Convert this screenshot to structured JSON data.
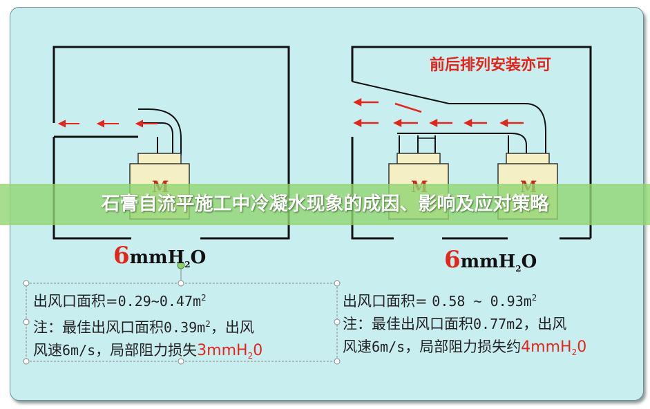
{
  "banner": {
    "title": "石膏自流平施工中冷凝水现象的成因、影响及应对策略"
  },
  "diagram_left": {
    "unit_label": "M",
    "pressure": {
      "value": "6",
      "unit": "mmH",
      "sub": "2",
      "tail": "O"
    },
    "note": {
      "line1": {
        "prefix": "出风口面积=",
        "value": "0.29~0.47m",
        "sup": "2"
      },
      "line2": {
        "prefix": "注：最佳出风口面积",
        "value": "0.39m",
        "sup": "2",
        "suffix": "，出风"
      },
      "line3": {
        "prefix": "风速",
        "value": "6m/s",
        "mid": "，局部阻力损失",
        "em": "3mmH",
        "em_sub": "2",
        "em_tail": "0"
      }
    }
  },
  "diagram_right": {
    "caption": "前后排列安装亦可",
    "unit_label": "M",
    "pressure": {
      "value": "6",
      "unit": "mmH",
      "sub": "2",
      "tail": "O"
    },
    "note": {
      "line1": {
        "prefix": "出风口面积= ",
        "value": "0.58 ~ 0.93m",
        "sup": "2"
      },
      "line2": {
        "prefix": "注：最佳出风口面积",
        "value": "0.77m2",
        "suffix": "，出风"
      },
      "line3": {
        "prefix": "风速",
        "value": "6m/s",
        "mid": "，局部阻力损失约",
        "em": "4mmH",
        "em_sub": "2",
        "em_tail": "0"
      }
    }
  },
  "colors": {
    "panel": "#c9eef0",
    "arrow": "#e1261c",
    "unit_fill": "#f5f0c4",
    "banner": "#90d672"
  }
}
